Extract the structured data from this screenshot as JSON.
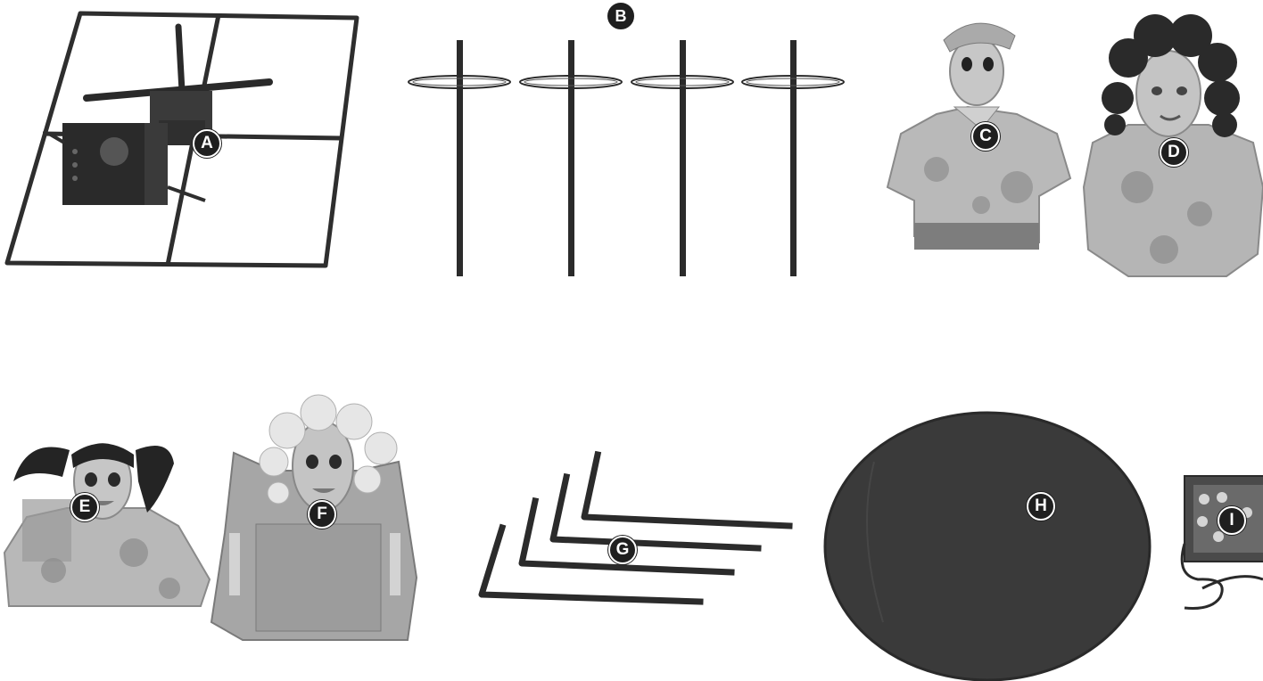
{
  "parts": {
    "A": {
      "label": "A",
      "icon": "square-base-frame-with-motor-box-icon"
    },
    "B": {
      "label": "B",
      "icon": "support-poles-with-rings-icon"
    },
    "C": {
      "label": "C",
      "icon": "boy-doll-torso-icon"
    },
    "D": {
      "label": "D",
      "icon": "curly-hair-girl-doll-torso-icon"
    },
    "E": {
      "label": "E",
      "icon": "pigtail-girl-doll-torso-icon"
    },
    "F": {
      "label": "F",
      "icon": "blonde-girl-doll-torso-icon"
    },
    "G": {
      "label": "G",
      "icon": "l-shaped-arm-rods-icon"
    },
    "H": {
      "label": "H",
      "icon": "round-fabric-cover-icon"
    },
    "I": {
      "label": "I",
      "icon": "light-control-box-with-cable-icon"
    }
  },
  "colors": {
    "metal": "#2e2e2e",
    "badge": "#1f1f1f",
    "fabric": "#3a3a3a",
    "doll_cloth": "#b9b9b9",
    "doll_skin": "#c7c7c7"
  }
}
